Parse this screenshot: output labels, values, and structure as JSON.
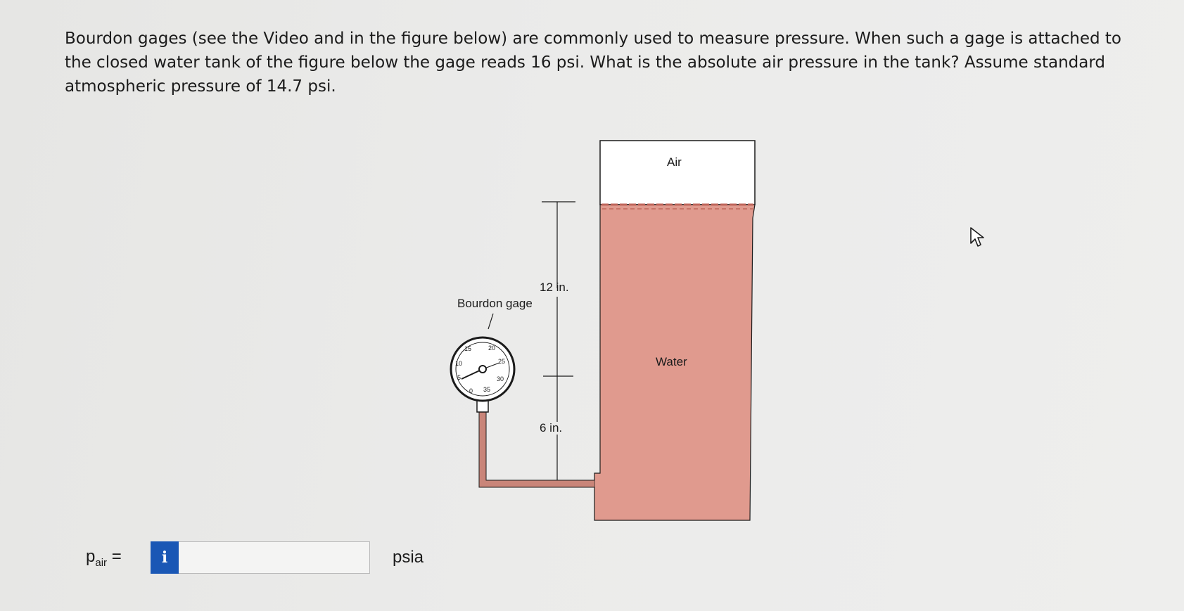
{
  "question": {
    "text_before_link": "Bourdon gages (see the ",
    "link_text": "Video",
    "text_after_link": " and in the figure below) are commonly used to measure pressure. When such a gage is attached to the closed water tank of the figure below the gage reads 16 psi. What is the absolute air pressure in the tank? Assume standard atmospheric pressure of 14.7 psi."
  },
  "figure": {
    "air_label": "Air",
    "water_label": "Water",
    "dimension_upper": "12 in.",
    "dimension_lower": "6 in.",
    "gage_label": "Bourdon gage",
    "dial_numbers": [
      "0",
      "5",
      "10",
      "15",
      "20",
      "25",
      "30",
      "35"
    ],
    "colors": {
      "water_fill": "#e09a8e",
      "water_line": "#c0675c",
      "air_fill": "#ffffff",
      "outline": "#1b1b1b"
    }
  },
  "answer": {
    "variable": "p",
    "subscript": "air",
    "equals": "=",
    "info_icon": "i",
    "input_value": "",
    "unit": "psia",
    "button_color": "#1a57b5"
  },
  "cursor_icon": "arrow-pointer-icon"
}
